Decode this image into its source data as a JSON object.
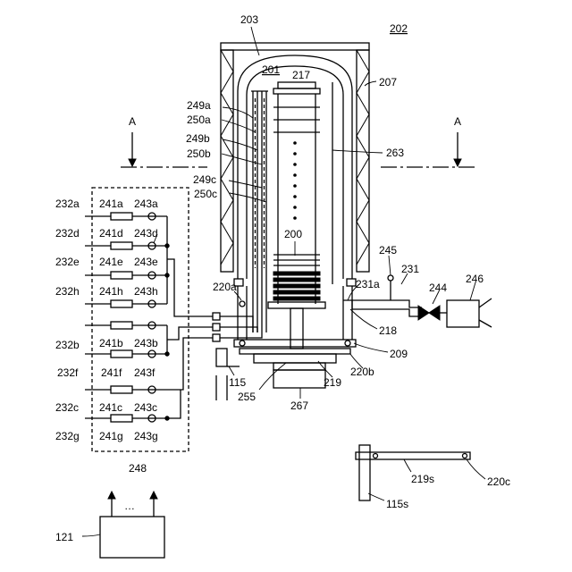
{
  "labels": {
    "l202": "202",
    "l203": "203",
    "l201": "201",
    "l217": "217",
    "l207": "207",
    "l249a": "249a",
    "l250a": "250a",
    "l249b": "249b",
    "l250b": "250b",
    "l249c": "249c",
    "l250c": "250c",
    "l263": "263",
    "l200": "200",
    "secA_left": "A",
    "secA_right": "A",
    "l232a": "232a",
    "l241a": "241a",
    "l243a": "243a",
    "l232d": "232d",
    "l241d": "241d",
    "l243d": "243d",
    "l232e": "232e",
    "l241e": "241e",
    "l243e": "243e",
    "l232h": "232h",
    "l241h": "241h",
    "l243h": "243h",
    "l232b": "232b",
    "l241b": "241b",
    "l243b": "243b",
    "l232f": "232f",
    "l241f": "241f",
    "l243f": "243f",
    "l232c": "232c",
    "l241c": "241c",
    "l243c": "243c",
    "l232g": "232g",
    "l241g": "241g",
    "l243g": "243g",
    "l248": "248",
    "l121": "121",
    "dots": "…",
    "l220a": "220a",
    "l231a": "231a",
    "l245": "245",
    "l231": "231",
    "l244": "244",
    "l246": "246",
    "l218": "218",
    "l209": "209",
    "l220b": "220b",
    "l219": "219",
    "l115": "115",
    "l255": "255",
    "l267": "267",
    "l219s": "219s",
    "l220c": "220c",
    "l115s": "115s"
  }
}
